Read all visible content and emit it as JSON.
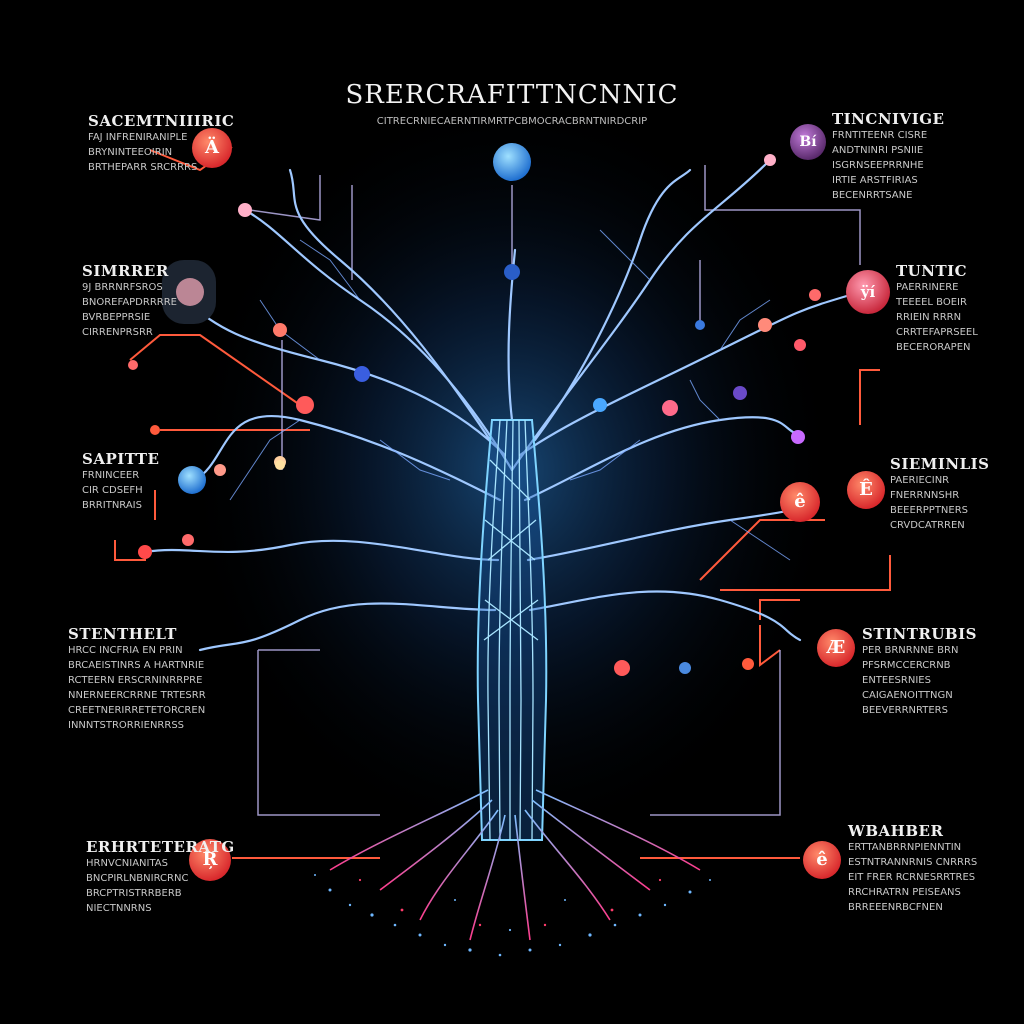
{
  "title": "SRERCRAFITTNCNNIC",
  "subtitle": "CITRECRNIECAERNTIRMRTPCBMOCRACBRNTNIRDCRIP",
  "colors": {
    "background": "#000000",
    "trunk": "#7fd4ff",
    "branch": "#9fc8ff",
    "connector": "#ff5a3c",
    "node_red": "#f0453a",
    "node_blue": "#2f7fd8",
    "node_purple": "#7a3a8c",
    "root_pink": "#ff3c8c"
  },
  "blocks": {
    "top_left": {
      "head": "SACEMTNIIIRIC",
      "lines": [
        "FAJ INFRENIRANIPLE",
        "BRYNINTEEOIRIN",
        "BRTHEPARR SRCRRRS"
      ]
    },
    "upper_left": {
      "head": "SIMRRER",
      "lines": [
        "9J BRRNRFSROS",
        "BNOREFAPDRRRRE",
        "BVRBEPPRSIE",
        "CIRRENPRSRR"
      ]
    },
    "mid_left": {
      "head": "SAPITTE",
      "lines": [
        "FRNINCEER",
        "CIR CDSEFH",
        "BRRITNRAIS"
      ]
    },
    "lower_left": {
      "head": "STENTHELT",
      "lines": [
        "HRCC INCFRIA EN PRIN",
        "BRCAEISTINRS A HARTNRIE",
        "RCTEERN ERSCRNINRRPRE",
        "NNERNEERCRRNE TRTESRR",
        "CREETNERIRRETETORCREN",
        "INNNTSTRORRIENRRSS"
      ]
    },
    "bottom_left": {
      "head": "ERHRTETERATG",
      "lines": [
        "HRNVCNIANITAS",
        "BNCPIRLNBNIRCRNC",
        "BRCPTRISTRRBERB",
        "NIECTNNRNS"
      ]
    },
    "top_right": {
      "head": "TINCNIVIGE",
      "lines": [
        "FRNTITEENR CISRE",
        "ANDTNINRI PSNIIE",
        "ISGRNSEEPRRNHE",
        "IRTIE ARSTFIRIAS",
        "BECENRRTSANE"
      ]
    },
    "upper_right": {
      "head": "TUNTIC",
      "lines": [
        "PAERRINERE",
        "TEEEEL BOEIR",
        "RRIEIN RRRN",
        "CRRTEFAPRSEEL",
        "BECERORAPEN"
      ]
    },
    "mid_right": {
      "head": "SIEMINLIS",
      "lines": [
        "PAERIECINR",
        "FNERRNNSHR",
        "BEEERPPTNERS",
        "CRVDCATRREN"
      ]
    },
    "lower_right": {
      "head": "STINTRUBIS",
      "lines": [
        "PER BRNRNNE BRN",
        "PFSRMCCERCRNB",
        "ENTEESRNIES",
        "CAIGAENOITTNGN",
        "BEEVERRNRTERS"
      ]
    },
    "bottom_right": {
      "head": "WBAHBER",
      "lines": [
        "ERTTANBRRNPIENNTIN",
        "ESTNTRANNRNIS CNRRRS",
        "EIT FRER RCRNESRRTRES",
        "RRCHRATRN PEISEANS",
        "BRREEENRBCFNEN"
      ]
    }
  },
  "node_glyphs": {
    "n_top_left": "Ä",
    "n_top_right": "Bí",
    "n_upper_right": "ÿí",
    "n_mid_right_a": "ê",
    "n_mid_right_b": "Ê",
    "n_lower_right": "Æ",
    "n_bottom_left": "Ŗ",
    "n_bottom_right": "ê"
  }
}
